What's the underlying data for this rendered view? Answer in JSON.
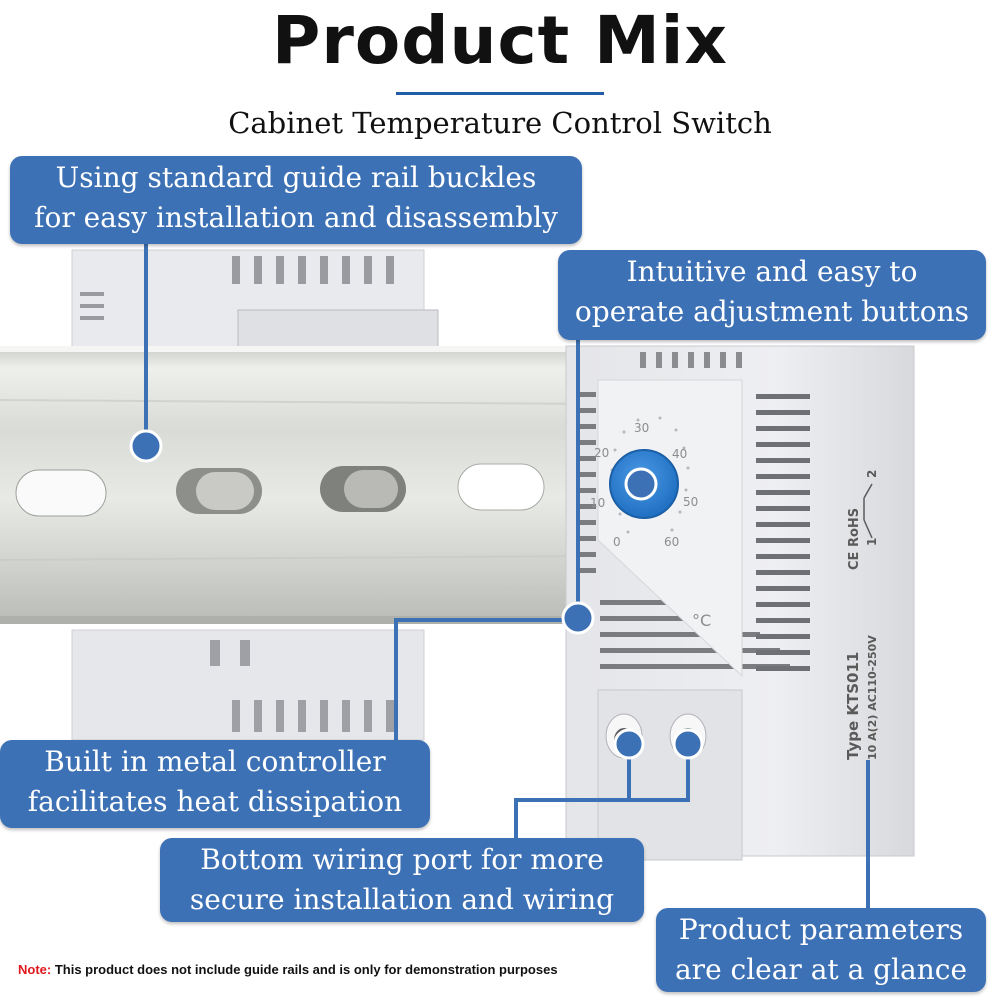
{
  "header": {
    "title": "Product Mix",
    "subtitle": "Cabinet Temperature Control Switch"
  },
  "callouts": {
    "rail_buckles": [
      "Using standard guide rail buckles",
      "for easy installation and disassembly"
    ],
    "adjust_buttons": [
      "Intuitive and easy to",
      "operate adjustment buttons"
    ],
    "metal_controller": [
      "Built in metal controller",
      "facilitates heat dissipation"
    ],
    "wiring_port": [
      "Bottom wiring port for more",
      "secure installation and wiring"
    ],
    "parameters": [
      "Product parameters",
      "are clear at a glance"
    ]
  },
  "device": {
    "dial_scale": [
      "0",
      "10",
      "20",
      "30",
      "40",
      "50",
      "60"
    ],
    "unit": "°C",
    "type_label": "Type KTS011",
    "rating": "10 A(2) AC110-250V",
    "certs": "CE RoHS",
    "terminals": [
      "1",
      "2"
    ]
  },
  "note": {
    "label": "Note:",
    "text": " This product does not include guide rails and is only for demonstration purposes"
  },
  "colors": {
    "callout_bg": "#3d71b5",
    "dial_knob": "#2a7fd0",
    "note_label": "#e0191f",
    "housing": "#e8e9ec",
    "rail": "#d6d8d4"
  }
}
